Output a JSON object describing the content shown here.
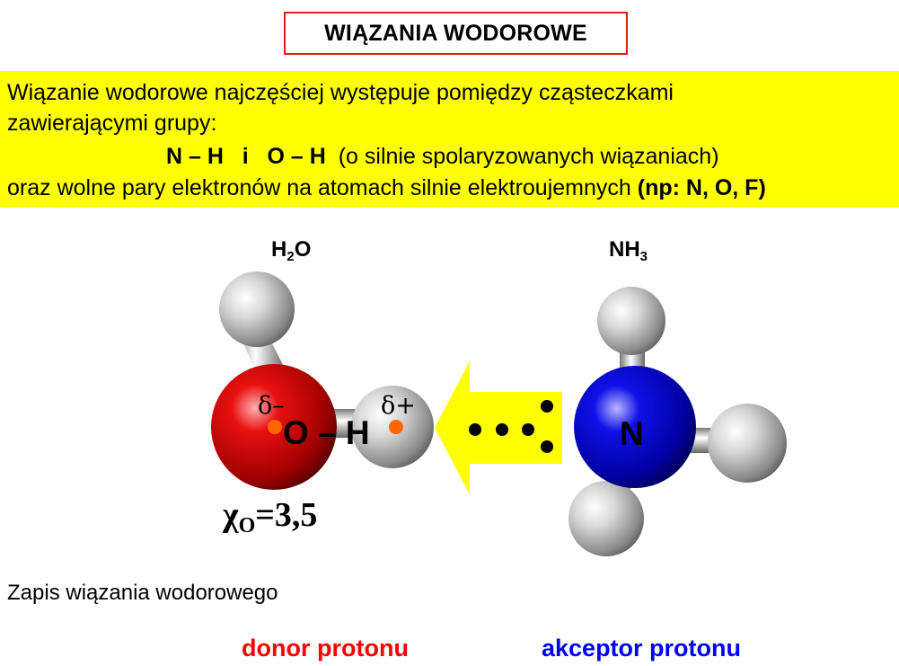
{
  "title": "WIĄZANIA WODOROWE",
  "intro": {
    "line1": "Wiązanie wodorowe najczęściej występuje pomiędzy cząsteczkami",
    "line2": "zawierającymi grupy:",
    "line3_bold": "N – H   i   O – H",
    "line3_rest": "  (o silnie spolaryzowanych wiązaniach)",
    "line4_text": "oraz wolne pary elektronów na atomach silnie elektroujemnych ",
    "line4_bold": "(np: N, O, F)"
  },
  "molecules": {
    "water": {
      "label_main": "H",
      "label_sub": "2",
      "label_end": "O"
    },
    "ammonia": {
      "label_main": "NH",
      "label_sub": "3"
    }
  },
  "diagram": {
    "delta_minus": "δ–",
    "delta_plus": "δ+",
    "bond_text": "O – H",
    "n_atom": "N",
    "electronegativity_symbol": "χ",
    "electronegativity_subscript": "O",
    "electronegativity_value": "=3,5"
  },
  "caption": "Zapis wiązania wodorowego",
  "donor_label": "donor protonu",
  "acceptor_label": "akceptor protonu",
  "colors": {
    "title_border": "#e01b1b",
    "highlight": "#ffff00",
    "oxygen": "#cc0000",
    "nitrogen": "#0000cc",
    "hydrogen": "#d9d9d9",
    "arrow": "#ffff00",
    "partial_charge_dot": "#ff6600",
    "donor": "#ff0000",
    "acceptor": "#0000ff"
  }
}
